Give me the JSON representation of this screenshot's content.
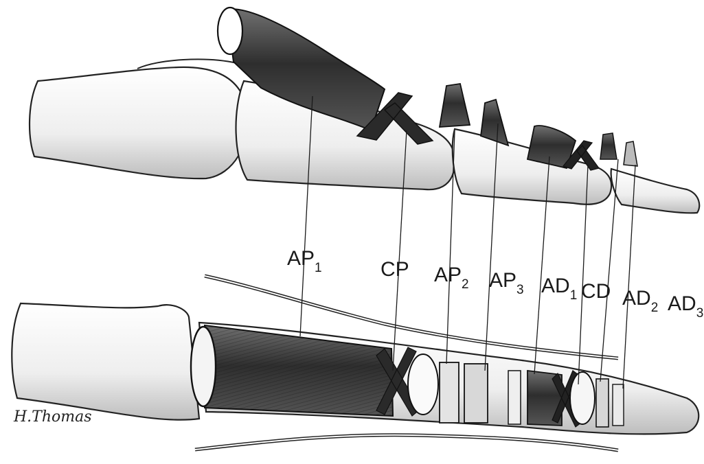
{
  "figure": {
    "labels": [
      {
        "main": "AP",
        "sub": "1"
      },
      {
        "main": "CP",
        "sub": ""
      },
      {
        "main": "AP",
        "sub": "2"
      },
      {
        "main": "AP",
        "sub": "3"
      },
      {
        "main": "AD",
        "sub": "1"
      },
      {
        "main": "CD",
        "sub": ""
      },
      {
        "main": "AD",
        "sub": "2"
      },
      {
        "main": "AD",
        "sub": "3"
      }
    ],
    "signature": "H.Thomas",
    "colors": {
      "ink": "#1a1a1a",
      "bone": "#f2f2f2",
      "sheath": "#3a3a3a",
      "background": "#ffffff"
    }
  }
}
